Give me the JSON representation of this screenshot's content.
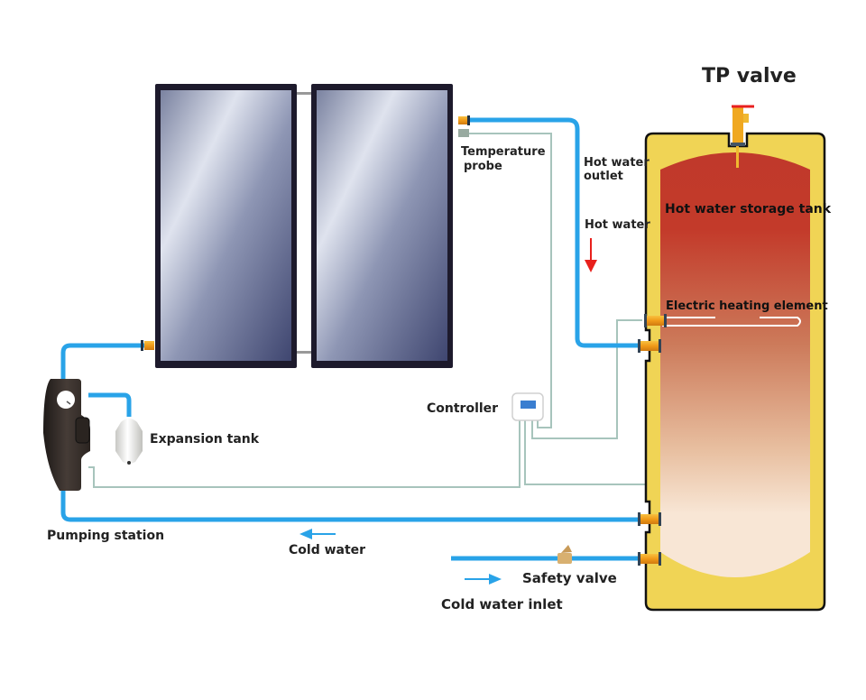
{
  "title": "TP valve",
  "labels": {
    "tp_valve": "TP valve",
    "temperature_probe_line1": "Temperature",
    "temperature_probe_line2": "probe",
    "hot_water_outlet_line1": "Hot water",
    "hot_water_outlet_line2": "outlet",
    "hot_water": "Hot water",
    "storage_tank": "Hot water storage tank",
    "heating_element": "Electric heating element",
    "controller": "Controller",
    "expansion_tank": "Expansion tank",
    "pumping_station": "Pumping station",
    "cold_water": "Cold water",
    "safety_valve": "Safety valve",
    "cold_water_inlet": "Cold water inlet"
  },
  "components": [
    {
      "name": "solar-collector",
      "count": 2
    },
    {
      "name": "storage-tank"
    },
    {
      "name": "tp-valve"
    },
    {
      "name": "pumping-station"
    },
    {
      "name": "expansion-tank"
    },
    {
      "name": "controller"
    },
    {
      "name": "safety-valve"
    },
    {
      "name": "electric-heating-element"
    }
  ],
  "colors": {
    "water_pipe": "#29a3e8",
    "sensor_wire": "#a7c4bc",
    "tank_shell": "#f0d455",
    "hot_water_top": "#c0392b",
    "cold_water_bottom": "#f8e6d5",
    "fitting": "#f0a020",
    "flow_arrow_hot": "#e8201c",
    "flow_arrow_cold": "#29a3e8",
    "panel_frame": "#1d1a2c"
  }
}
